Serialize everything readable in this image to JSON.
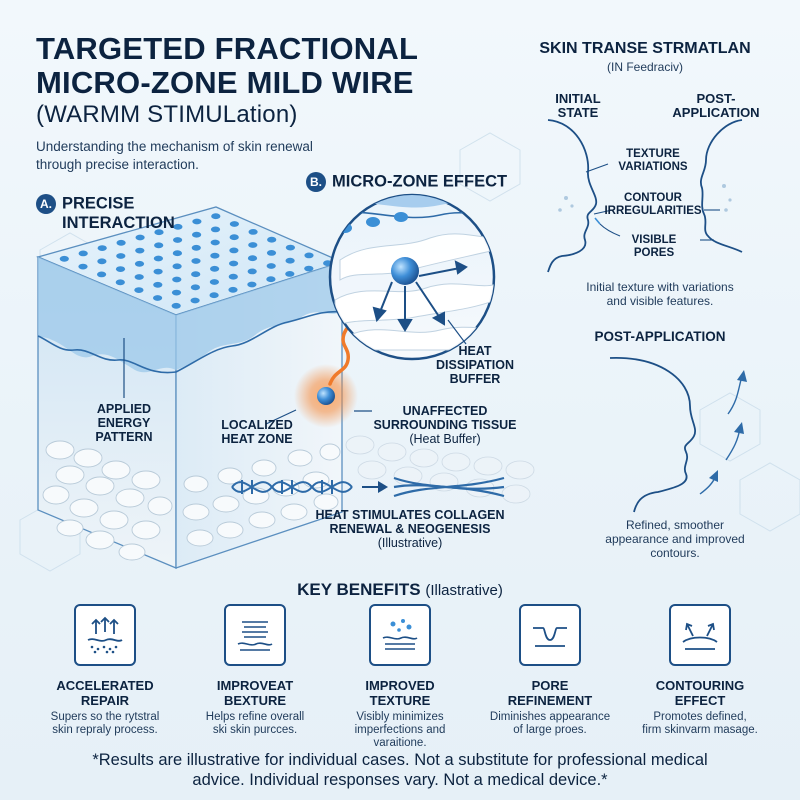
{
  "header": {
    "title_line1": "TARGETED FRACTIONAL",
    "title_line2": "MICRO-ZONE MILD WIRE",
    "title_line3": "(WARMM STIMULation)",
    "intro": "Understanding the mechanism of skin renewal through precise interaction."
  },
  "section_a": {
    "badge": "A.",
    "title_line1": "PRECISE",
    "title_line2": "INTERACTION",
    "label_energy_1": "APPLIED",
    "label_energy_2": "ENERGY",
    "label_energy_3": "PATTERN",
    "label_heat_1": "LOCALIZED",
    "label_heat_2": "HEAT ZONE"
  },
  "section_b": {
    "badge": "B.",
    "title": "MICRO-ZONE EFFECT",
    "label_dissipation_1": "HEAT",
    "label_dissipation_2": "DISSIPATION",
    "label_dissipation_3": "BUFFER",
    "label_tissue_1": "UNAFFECTED",
    "label_tissue_2": "SURROUNDING TISSUE",
    "label_tissue_3": "(Heat Buffer)",
    "label_collagen_1": "HEAT STIMULATES COLLAGEN",
    "label_collagen_2": "RENEWAL & NEOGENESIS",
    "label_collagen_3": "(Illustrative)"
  },
  "right_panel": {
    "title": "SKIN TRANSE STRMATLAN",
    "subtitle": "(IN Feedraciv)",
    "col_initial_1": "INITIAL",
    "col_initial_2": "STATE",
    "col_post_1": "POST-",
    "col_post_2": "APPLICATION",
    "label_texture_1": "TEXTURE",
    "label_texture_2": "VARIATIONS",
    "label_contour_1": "CONTOUR",
    "label_contour_2": "IRREGULARITIES",
    "label_pores_1": "VISIBLE",
    "label_pores_2": "PORES",
    "initial_caption_1": "Initial texture with variations",
    "initial_caption_2": "and visible features.",
    "post_heading": "POST-APPLICATION",
    "post_caption_1": "Refined, smoother",
    "post_caption_2": "appearance and improved",
    "post_caption_3": "contours."
  },
  "benefits": {
    "title": "KEY BENEFITS",
    "title_suffix": "(Illastrative)",
    "items": [
      {
        "title_1": "ACCELERATED",
        "title_2": "REPAIR",
        "desc_1": "Supers so the rytstral",
        "desc_2": "skin repraly process."
      },
      {
        "title_1": "IMPROVEAT",
        "title_2": "BEXTURE",
        "desc_1": "Helps refine overall",
        "desc_2": "ski skin purcces."
      },
      {
        "title_1": "IMPROVED",
        "title_2": "TEXTURE",
        "desc_1": "Visibly minimizes",
        "desc_2": "imperfections and",
        "desc_3": "varaitione."
      },
      {
        "title_1": "PORE",
        "title_2": "REFINEMENT",
        "desc_1": "Diminishes appearance",
        "desc_2": "of large proes."
      },
      {
        "title_1": "CONTOURING",
        "title_2": "EFFECT",
        "desc_1": "Promotes defined,",
        "desc_2": "firm skinvarm masage."
      }
    ]
  },
  "disclaimer": {
    "line1": "*Results are illustrative for individual cases. Not a substitute for professional medical",
    "line2": "advice. Individual responses vary. Not a medical device.*"
  },
  "colors": {
    "navy": "#0c2340",
    "accent_blue": "#1d4f86",
    "dot_blue": "#3b8fd6",
    "heat_orange": "#f07a2a"
  }
}
